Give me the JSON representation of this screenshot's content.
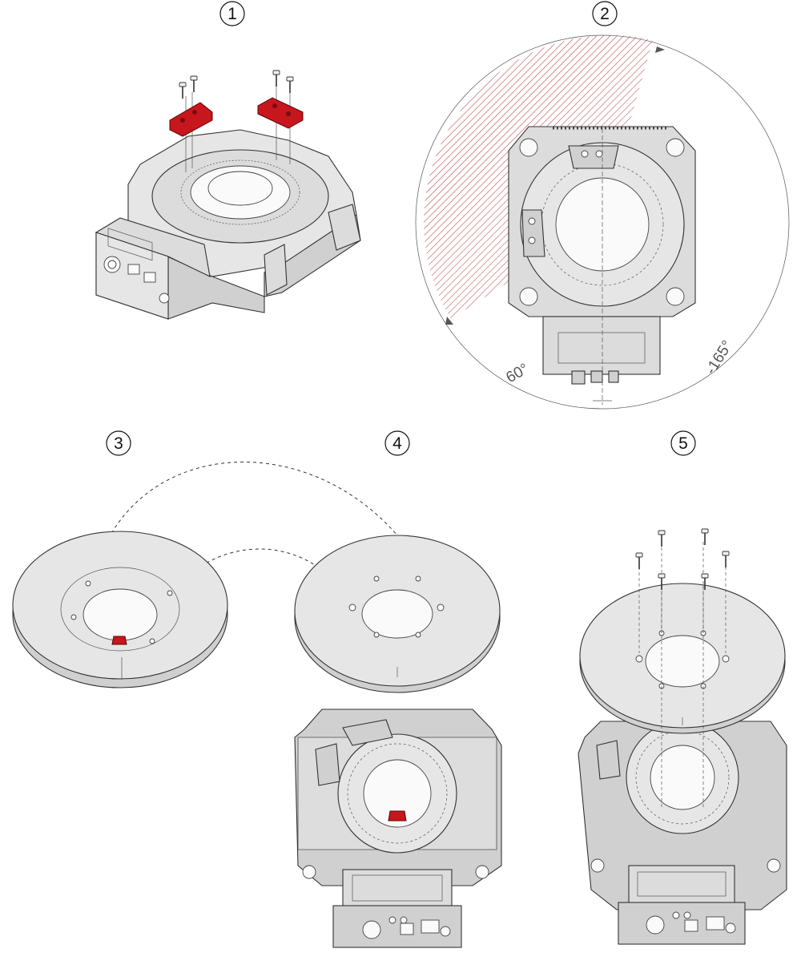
{
  "steps": [
    {
      "number": "1"
    },
    {
      "number": "2"
    },
    {
      "number": "3"
    },
    {
      "number": "4"
    },
    {
      "number": "5"
    }
  ],
  "rotation_limits": {
    "positive": "60°",
    "negative": "-165°"
  },
  "colors": {
    "highlight": "#c8161d",
    "hatch": "#b5333a",
    "housing": "#dcdcdc",
    "outline": "#333333"
  },
  "icons": [
    "screw-icon",
    "bracket-icon",
    "connector-icon"
  ]
}
